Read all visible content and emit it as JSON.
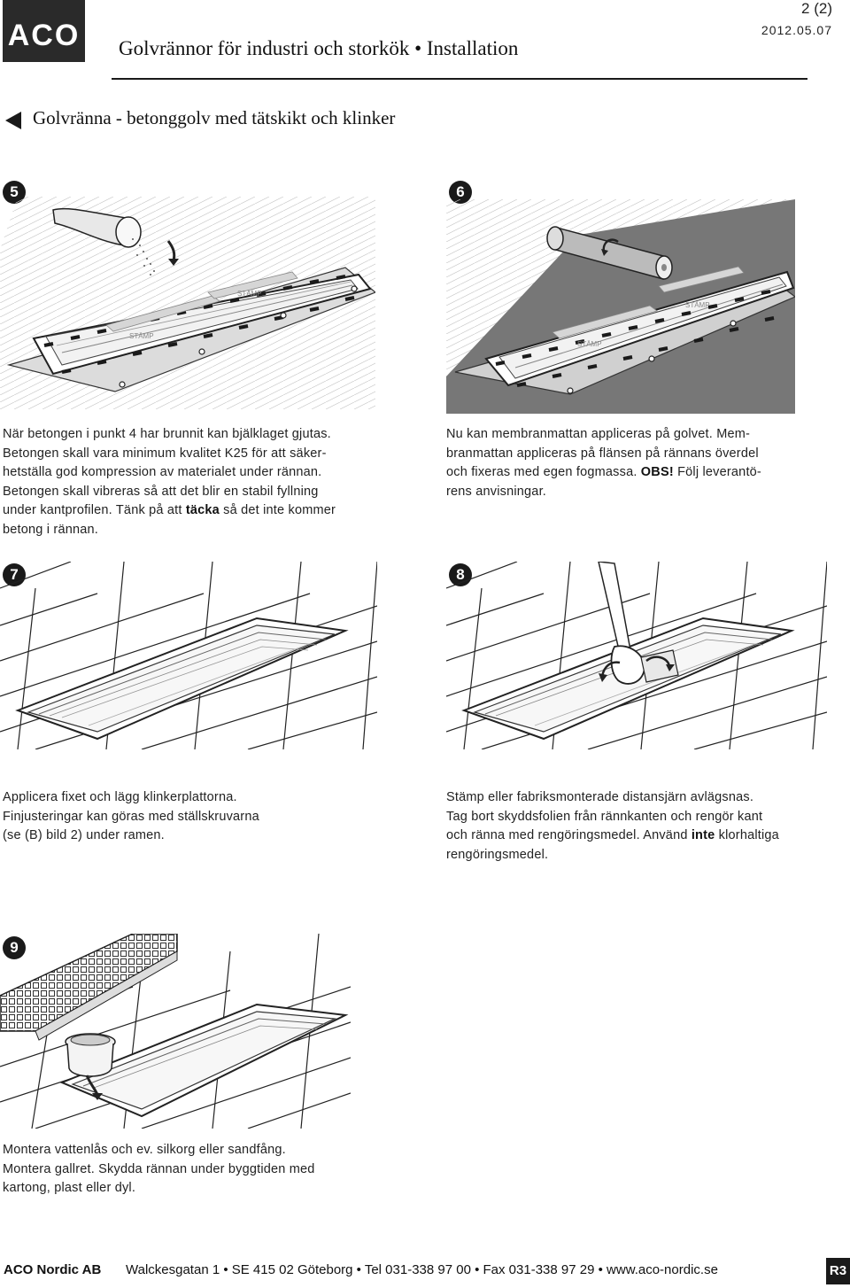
{
  "header": {
    "logo": "ACO",
    "page_number": "2 (2)",
    "date": "2012.05.07",
    "title": "Golvrännor för industri och storkök • Installation"
  },
  "section": {
    "title": "Golvränna - betonggolv med tätskikt och klinker"
  },
  "steps": [
    {
      "number": "5",
      "lines": [
        "När betongen i punkt 4 har brunnit kan bjälklaget gjutas.",
        "Betongen skall vara minimum kvalitet K25 för att säker-",
        "hetställa god kompression av materialet under rännan.",
        "Betongen skall vibreras så att det blir en stabil fyllning",
        "under kantprofilen. Tänk på att ",
        "täcka",
        " så det inte kommer",
        "betong i rännan."
      ],
      "illustration_labels": [
        "STÄMP",
        "STÄMP"
      ]
    },
    {
      "number": "6",
      "lines": [
        "Nu kan membranmattan appliceras på golvet. Mem-",
        "branmattan appliceras på flänsen på rännans överdel",
        "och fixeras med egen fogmassa. ",
        "OBS!",
        " Följ leverantö-",
        "rens anvisningar."
      ],
      "illustration_labels": [
        "STÄMP",
        "STÄMP"
      ]
    },
    {
      "number": "7",
      "lines": [
        "Applicera fixet och lägg klinkerplattorna.",
        "Finjusteringar kan göras med ställskruvarna",
        "(se (B) bild 2) under ramen."
      ]
    },
    {
      "number": "8",
      "lines": [
        "Stämp eller fabriksmonterade distansjärn avlägsnas.",
        "Tag bort skyddsfolien från rännkanten och rengör kant",
        "och ränna med rengöringsmedel. Använd ",
        "inte",
        " klorhaltiga",
        "rengöringsmedel."
      ]
    },
    {
      "number": "9",
      "lines": [
        "Montera vattenlås och ev. silkorg eller sandfång.",
        "Montera gallret. Skydda rännan under byggtiden med",
        "kartong, plast eller dyl."
      ]
    }
  ],
  "footer": {
    "company": "ACO Nordic AB",
    "address": "Walckesgatan 1 • SE 415 02 Göteborg • Tel 031-338 97 00 • Fax 031-338 97 29 • www.aco-nordic.se",
    "badge": "R3"
  }
}
